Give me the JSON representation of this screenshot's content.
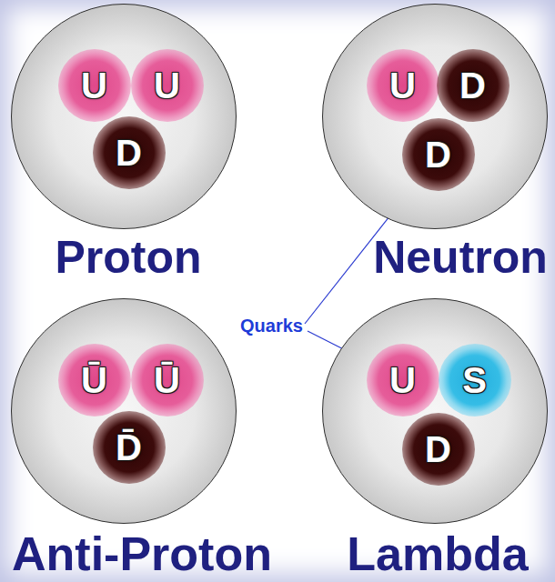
{
  "diagram": {
    "nodes": [
      {
        "text": [
          "Proton"
        ]
      },
      {
        "text": [
          "U"
        ],
        "in": 0
      },
      {
        "text": [
          "U"
        ],
        "in": 0
      },
      {
        "text": [
          "D"
        ],
        "in": 0
      },
      {
        "text": [
          "Neutron"
        ]
      },
      {
        "text": [
          "U"
        ],
        "in": 4
      },
      {
        "text": [
          "D"
        ],
        "in": 4
      },
      {
        "text": [
          "D"
        ],
        "in": 4
      },
      {
        "text": [
          "Anti-Proton"
        ]
      },
      {
        "text": [
          "Ū"
        ],
        "in": 8
      },
      {
        "text": [
          "Ū"
        ],
        "in": 8
      },
      {
        "text": [
          "D̄"
        ],
        "in": 8
      },
      {
        "text": [
          "Lambda"
        ]
      },
      {
        "text": [
          "U"
        ],
        "in": 12
      },
      {
        "text": [
          "S"
        ],
        "in": 12
      },
      {
        "text": [
          "D"
        ],
        "in": 12
      }
    ],
    "labels": [
      "Quarks"
    ]
  }
}
